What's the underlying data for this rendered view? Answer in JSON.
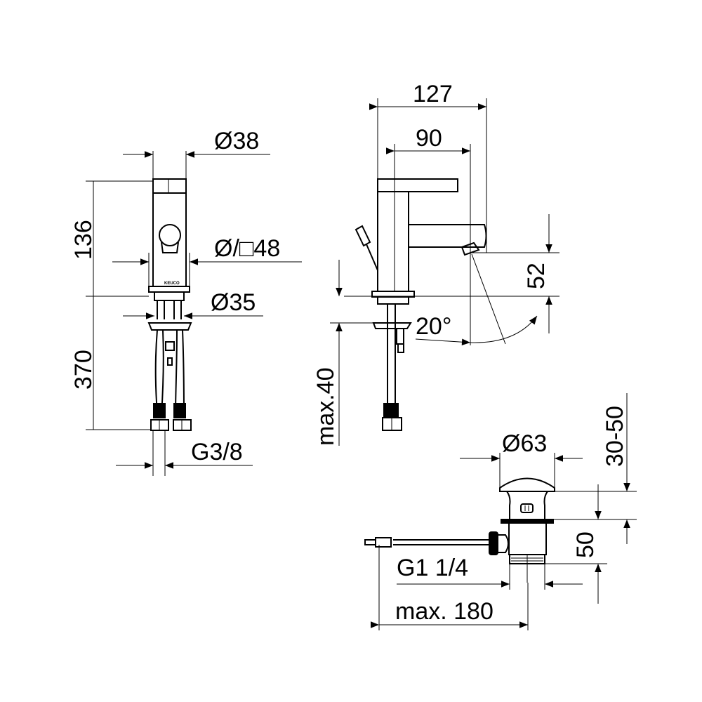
{
  "title": "Basin mixer dimension drawing",
  "brand_logo": "KEUCO",
  "colors": {
    "line": "#000000",
    "background": "#ffffff"
  },
  "front_view": {
    "dim_top_diameter": "Ø38",
    "dim_height_body": "136",
    "dim_escutcheon": "Ø/□48",
    "dim_shank": "Ø35",
    "dim_hose_length": "370",
    "dim_connection": "G3/8"
  },
  "side_view": {
    "dim_total_projection": "127",
    "dim_spout_projection": "90",
    "dim_spout_height": "52",
    "dim_angle": "20°",
    "dim_max_deck": "max.40"
  },
  "drain_view": {
    "dim_plug_diameter": "Ø63",
    "dim_adjust_range": "30-50",
    "dim_body_height": "50",
    "dim_thread": "G1 1/4",
    "dim_max_length": "max. 180"
  }
}
